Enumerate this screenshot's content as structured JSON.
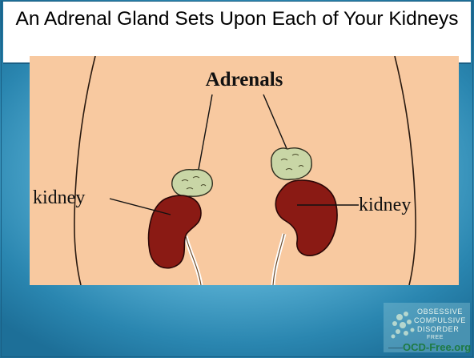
{
  "slide": {
    "title": "An Adrenal Gland Sets Upon Each of Your Kidneys"
  },
  "diagram": {
    "heading": "Adrenals",
    "left_label": "kidney",
    "right_label": "kidney"
  },
  "logo": {
    "line1": "OBSESSIVE",
    "line2": "COMPULSIVE",
    "line3": "DISORDER",
    "line4": "FREE",
    "site": "OCD-Free.org"
  },
  "colors": {
    "background": "#4aa6cf",
    "skin": "#f8c9a0",
    "kidney": "#8a1a14",
    "adrenal": "#c9d6a6",
    "logo_text": "#1e7a44"
  }
}
